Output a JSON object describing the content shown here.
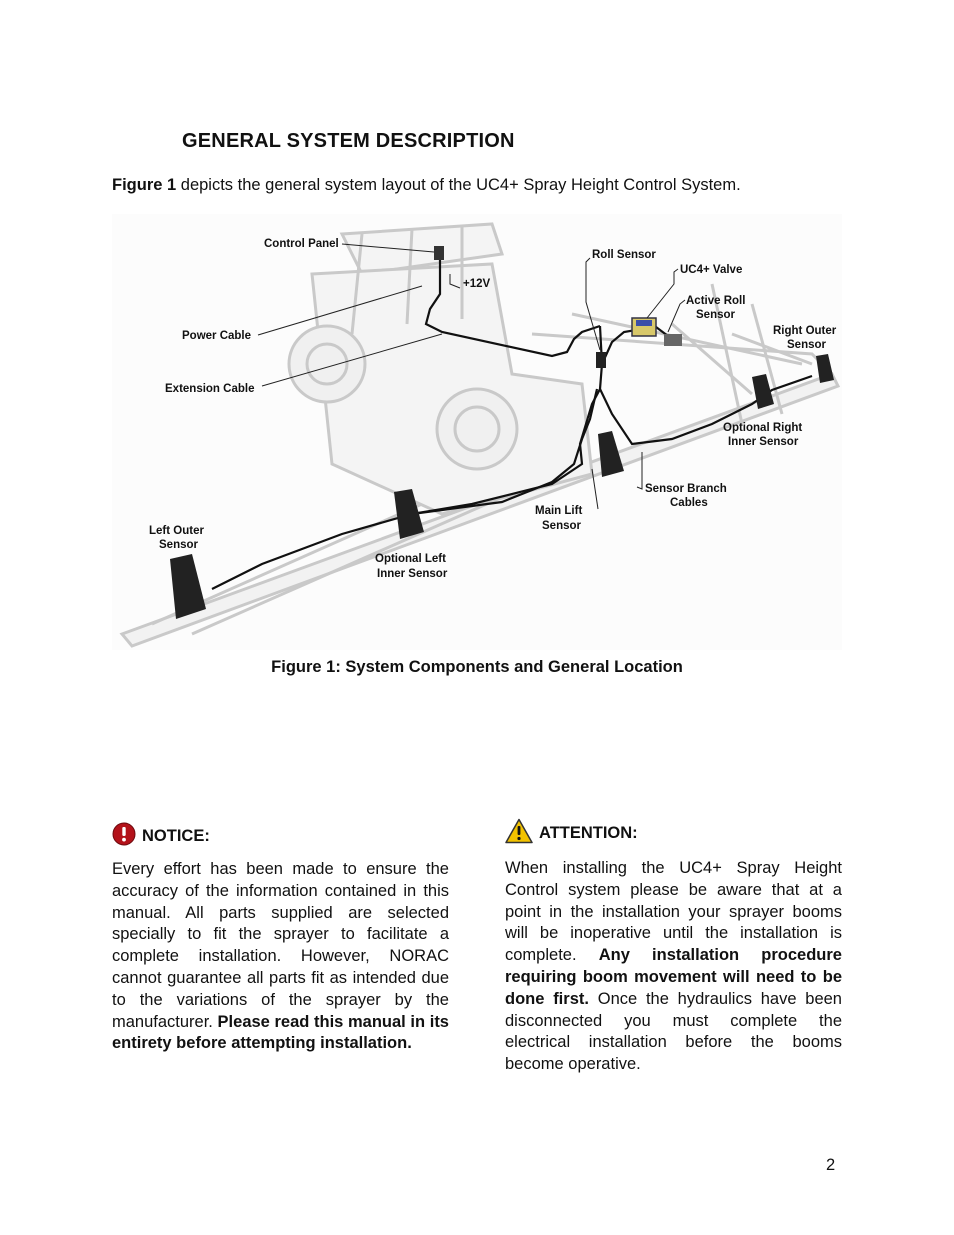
{
  "section": {
    "heading": "GENERAL SYSTEM DESCRIPTION",
    "intro_ref": "Figure 1",
    "intro_text": " depicts the general system layout of the UC4+ Spray Height Control System."
  },
  "figure": {
    "caption": "Figure 1: System Components and General Location",
    "labels": {
      "control_panel": "Control Panel",
      "plus12v": "+12V",
      "power_cable": "Power Cable",
      "extension_cable": "Extension Cable",
      "roll_sensor": "Roll Sensor",
      "uc4_valve": "UC4+ Valve",
      "active_roll_1": "Active Roll",
      "active_roll_2": "Sensor",
      "right_outer_1": "Right Outer",
      "right_outer_2": "Sensor",
      "opt_right_1": "Optional Right",
      "opt_right_2": "Inner Sensor",
      "branch_1": "Sensor Branch",
      "branch_2": "Cables",
      "main_lift_1": "Main Lift",
      "main_lift_2": "Sensor",
      "left_outer_1": "Left Outer",
      "left_outer_2": "Sensor",
      "opt_left_1": "Optional Left",
      "opt_left_2": "Inner Sensor"
    }
  },
  "notice": {
    "title": "NOTICE:",
    "icon": "exclamation-circle-icon",
    "text": "Every effort has been made to ensure the accuracy of the information contained in this manual.  All parts supplied are selected specially to fit the sprayer to facilitate a complete installation.  However, NORAC cannot guarantee all parts fit as intended due to the variations of the sprayer by the manufacturer. ",
    "bold": "Please read this manual in its entirety before attempting installation."
  },
  "attention": {
    "title": "ATTENTION:",
    "icon": "warning-triangle-icon",
    "text1": "When installing the UC4+ Spray Height Control system please be aware that at a point in the installation your sprayer booms will be inoperative until the installation is complete. ",
    "bold": "Any installation procedure requiring boom movement will need to be done first.",
    "text2": "  Once the hydraulics have been disconnected you must complete the electrical installation before the booms become operative."
  },
  "footer": {
    "page_number": "2"
  }
}
